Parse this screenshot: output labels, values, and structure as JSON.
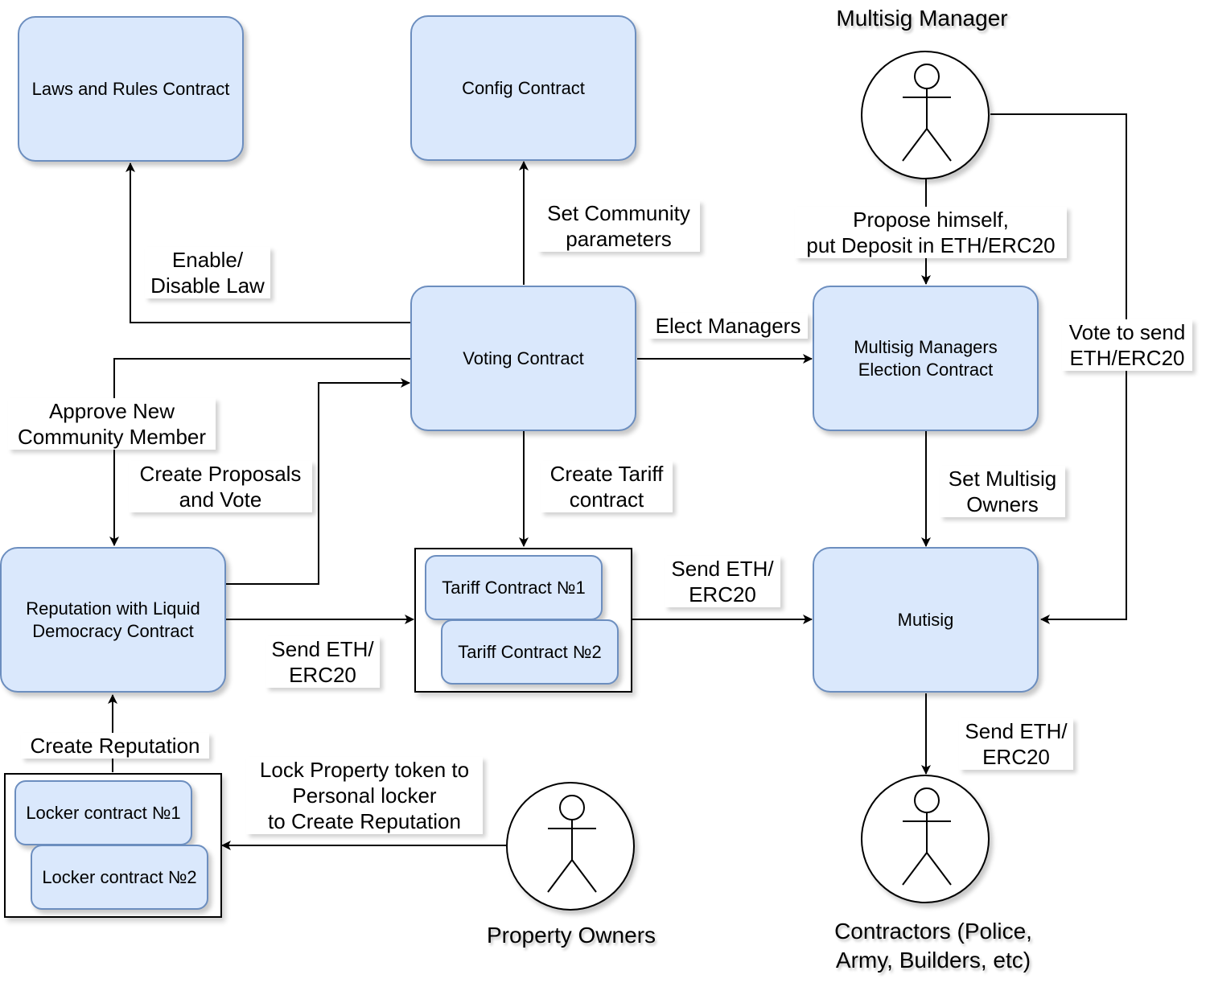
{
  "boxes": {
    "laws": "Laws and Rules Contract",
    "config": "Config Contract",
    "voting": "Voting Contract",
    "election": "Multisig Managers\nElection Contract",
    "reputation": "Reputation with Liquid\nDemocracy Contract",
    "tariff1": "Tariff Contract №1",
    "tariff2": "Tariff Contract №2",
    "multisig": "Mutisig",
    "locker1": "Locker contract №1",
    "locker2": "Locker contract №2"
  },
  "actors": {
    "multisig_manager": "Multisig Manager",
    "property_owners": "Property Owners",
    "contractors": "Contractors (Police,\nArmy, Builders, etc)"
  },
  "edges": {
    "enable_disable_law": "Enable/\nDisable Law",
    "set_community_parameters": "Set Community\nparameters",
    "propose_himself": "Propose himself,\nput Deposit in ETH/ERC20",
    "elect_managers": "Elect Managers",
    "vote_to_send": "Vote to send\nETH/ERC20",
    "approve_new_member": "Approve New\nCommunity Member",
    "create_proposals": "Create Proposals\nand Vote",
    "create_tariff": "Create Tariff\ncontract",
    "set_multisig_owners": "Set Multisig\nOwners",
    "send_eth_tariff_multisig": "Send ETH/\nERC20",
    "send_eth_reputation_tariff": "Send ETH/\nERC20",
    "send_eth_multisig_contractors": "Send ETH/\nERC20",
    "create_reputation": "Create Reputation",
    "lock_property": "Lock Property token to\nPersonal locker\nto Create Reputation"
  }
}
